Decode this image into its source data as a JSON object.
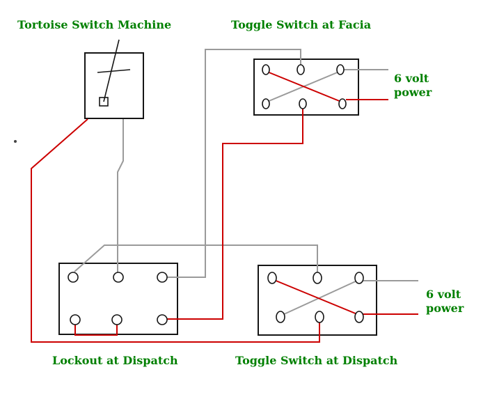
{
  "diagram": {
    "labels": {
      "tortoise": "Tortoise Switch Machine",
      "facia": "Toggle Switch at Facia",
      "lockout": "Lockout at Dispatch",
      "dispatch": "Toggle Switch at Dispatch"
    },
    "power_facia": {
      "line1": "6 volt",
      "line2": "power"
    },
    "power_dispatch": {
      "line1": "6 volt",
      "line2": "power"
    },
    "colors": {
      "label_green": "#008000",
      "wire_red": "#cc0000",
      "wire_gray": "#9a9a9a",
      "outline_black": "#151515",
      "background": "#ffffff"
    }
  }
}
